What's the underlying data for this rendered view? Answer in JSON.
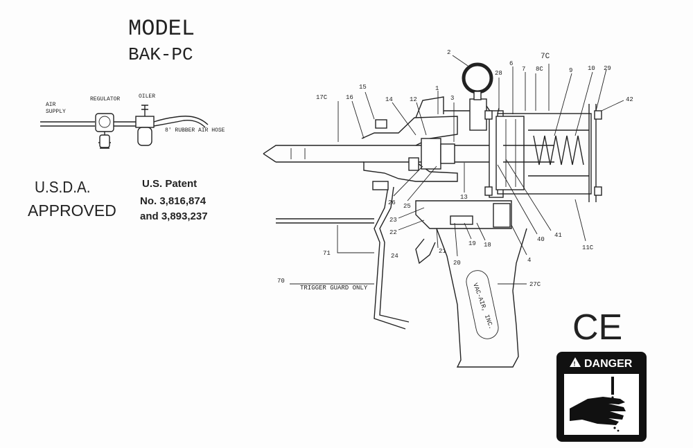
{
  "header": {
    "model_line1": "MODEL",
    "model_line2": "BAK-PC"
  },
  "air_system": {
    "air_supply_line1": "AIR",
    "air_supply_line2": "SUPPLY",
    "regulator": "REGULATOR",
    "oiler": "OILER",
    "hose": "8' RUBBER AIR HOSE"
  },
  "approval": {
    "line1": "U.S.D.A.",
    "line2": "APPROVED"
  },
  "patent": {
    "line1": "U.S. Patent",
    "line2": "No. 3,816,874",
    "line3": "and 3,893,237"
  },
  "callouts": {
    "c2": "2",
    "c15": "15",
    "c1": "1",
    "c17c": "17C",
    "c16": "16",
    "c14": "14",
    "c12": "12",
    "c3": "3",
    "c28": "28",
    "c6": "6",
    "c7c": "7C",
    "c7": "7",
    "c8c": "8C",
    "c9": "9",
    "c10": "10",
    "c29": "29",
    "c42": "42",
    "c13": "13",
    "c26": "26",
    "c25": "25",
    "c23": "23",
    "c22": "22",
    "c21": "21",
    "c19": "19",
    "c18": "18",
    "c20": "20",
    "c24": "24",
    "c4": "4",
    "c40": "40",
    "c41": "41",
    "c11c": "11C",
    "c71": "71",
    "c70": "70",
    "c27c": "27C"
  },
  "trigger_guard_note": "TRIGGER GUARD ONLY",
  "grip_brand": "VAC-AIR, INC.",
  "ce_mark": "CE",
  "danger_label": "DANGER"
}
